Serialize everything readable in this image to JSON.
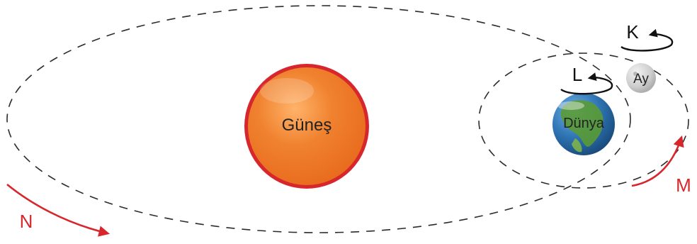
{
  "labels": {
    "sun": "Güneş",
    "earth": "Dünya",
    "moon": "Ay",
    "k": "K",
    "l": "L",
    "m": "M",
    "n": "N"
  },
  "colors": {
    "sun_fill": "#f07c2a",
    "sun_ring": "#d7262c",
    "accent_red": "#d7262c",
    "orbit_line": "#2b2b2b",
    "text_dark": "#222222",
    "earth_ocean": "#1f5f9a",
    "earth_land": "#5a9a35",
    "moon_fill": "#cfcfcf"
  },
  "icons": {
    "rotation": "counterclockwise-rotation-arrow-icon",
    "motion": "curved-red-arrow-icon"
  }
}
